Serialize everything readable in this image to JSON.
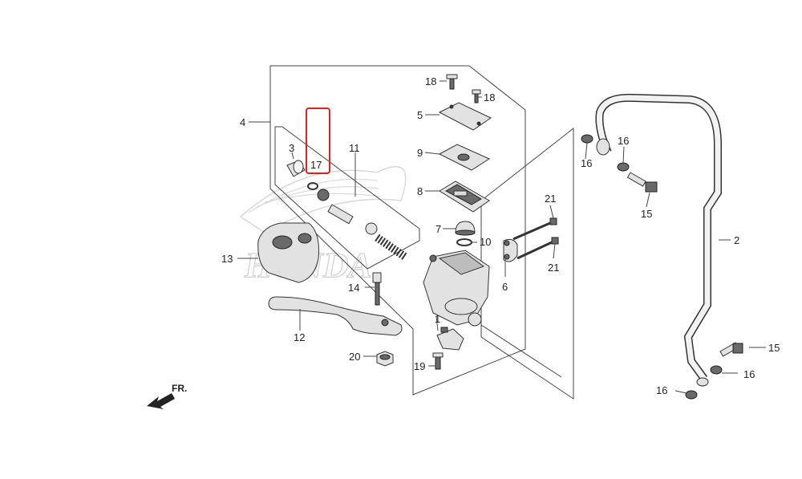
{
  "diagram": {
    "watermark": "HONDA",
    "direction_label": "FR.",
    "highlight_color": "#e02020",
    "callouts": {
      "c1": "1",
      "c2": "2",
      "c3": "3",
      "c4": "4",
      "c5": "5",
      "c6": "6",
      "c7": "7",
      "c8": "8",
      "c9": "9",
      "c10": "10",
      "c11": "11",
      "c12": "12",
      "c13": "13",
      "c14": "14",
      "c15a": "15",
      "c15b": "15",
      "c16a": "16",
      "c16b": "16",
      "c16c": "16",
      "c16d": "16",
      "c17": "17",
      "c18a": "18",
      "c18b": "18",
      "c19": "19",
      "c20": "20",
      "c21a": "21",
      "c21b": "21"
    }
  }
}
